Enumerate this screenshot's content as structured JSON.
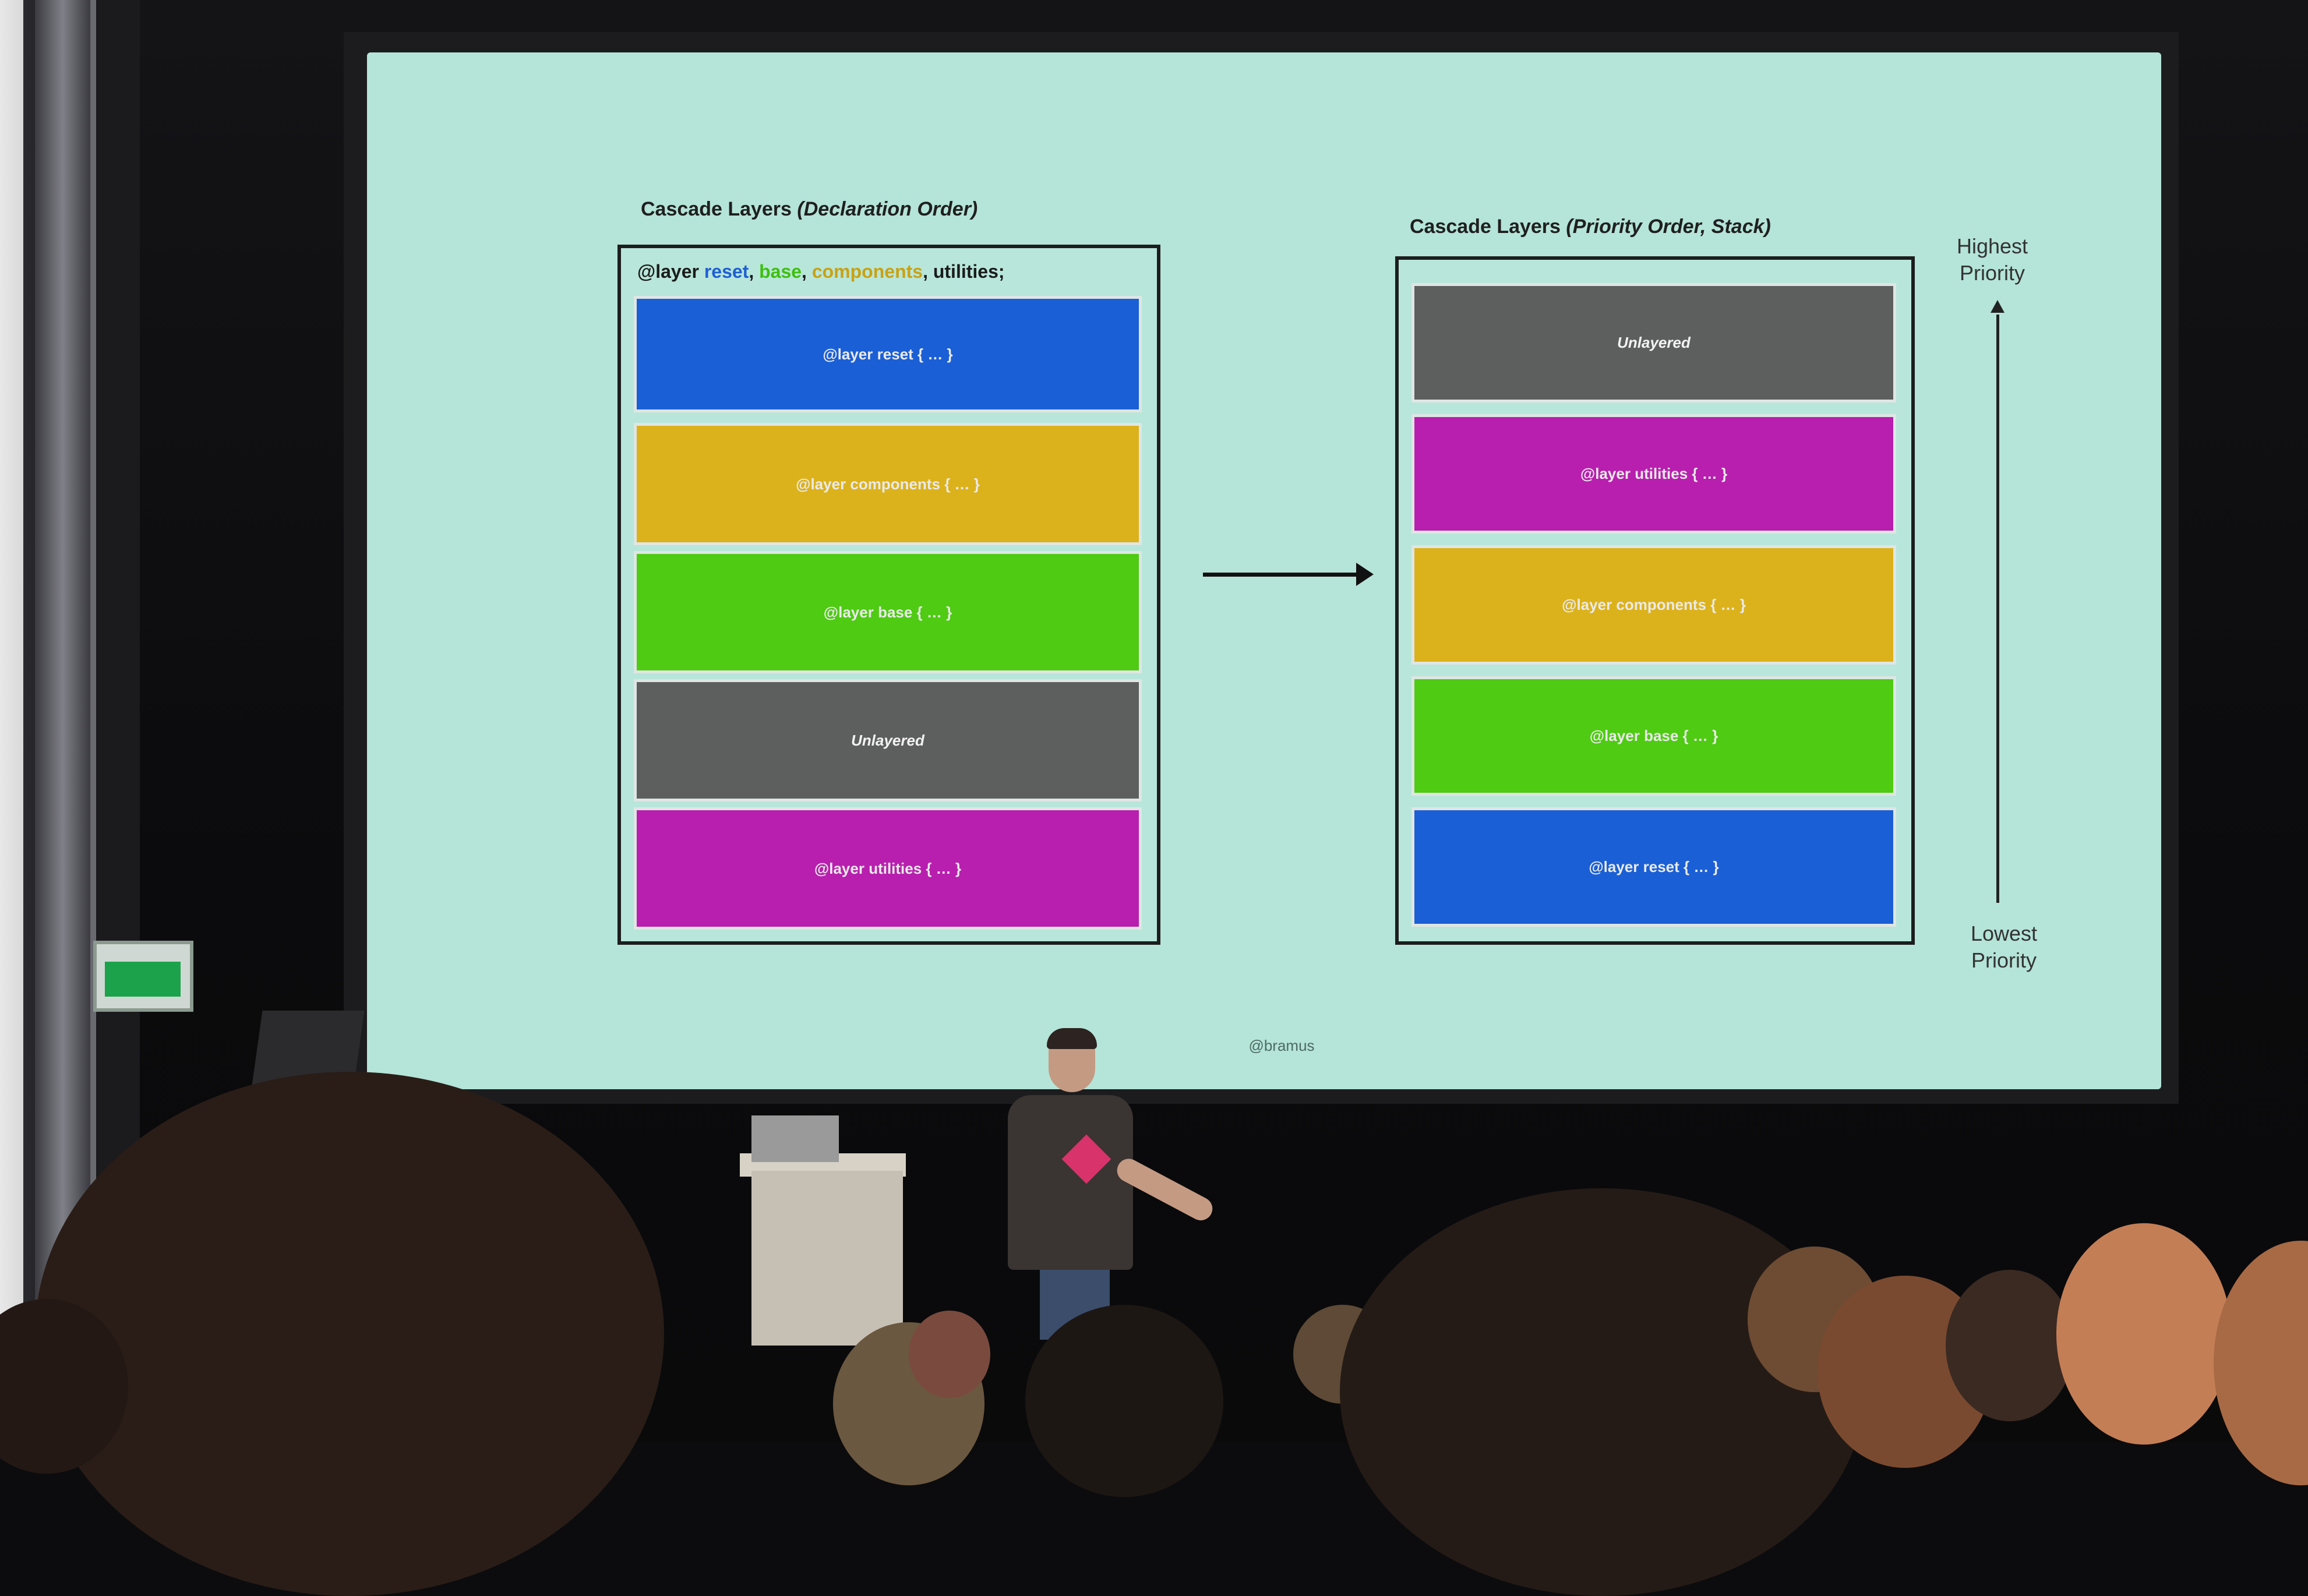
{
  "slide": {
    "left_panel": {
      "title_main": "Cascade Layers",
      "title_sub": "(Declaration Order)",
      "code": {
        "prefix": "@layer ",
        "reset": "reset",
        "sep1": ", ",
        "base": "base",
        "sep2": ", ",
        "components": "components",
        "sep3": ", ",
        "utilities": "utilities",
        "suffix": ";"
      },
      "layers": [
        {
          "label": "@layer reset { … }",
          "color": "#1a5fd6"
        },
        {
          "label": "@layer components { … }",
          "color": "#dcb21c"
        },
        {
          "label": "@layer base { … }",
          "color": "#4ecb12"
        },
        {
          "label": "Unlayered",
          "color": "#5d5f5e"
        },
        {
          "label": "@layer utilities { … }",
          "color": "#b81fae"
        }
      ]
    },
    "right_panel": {
      "title_main": "Cascade Layers",
      "title_sub": "(Priority Order, Stack)",
      "layers": [
        {
          "label": "Unlayered",
          "color": "#5d5f5e"
        },
        {
          "label": "@layer utilities { … }",
          "color": "#b81fae"
        },
        {
          "label": "@layer components { … }",
          "color": "#dcb21c"
        },
        {
          "label": "@layer base { … }",
          "color": "#4ecb12"
        },
        {
          "label": "@layer reset { … }",
          "color": "#1a5fd6"
        }
      ]
    },
    "priority": {
      "top_line1": "Highest",
      "top_line2": "Priority",
      "bottom_line1": "Lowest",
      "bottom_line2": "Priority"
    },
    "handle": "@bramus",
    "screen_color": "#b5e4d8"
  }
}
